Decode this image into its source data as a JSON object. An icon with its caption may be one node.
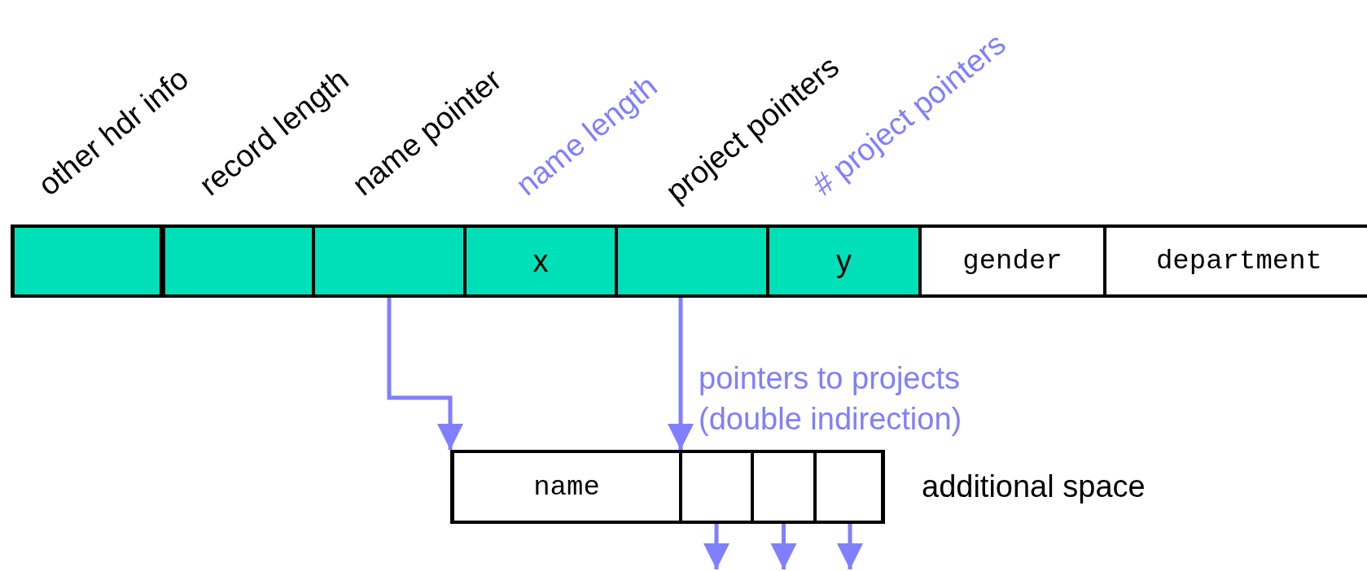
{
  "diagram": {
    "nodes": [
      {
        "text": [],
        "shape": "box"
      },
      {
        "text": [],
        "shape": "box"
      },
      {
        "text": [],
        "shape": "box"
      },
      {
        "text": [
          "x"
        ]
      },
      {
        "text": [],
        "shape": "box"
      },
      {
        "text": [
          "y"
        ]
      },
      {
        "text": [
          "gender"
        ]
      },
      {
        "text": [
          "department"
        ]
      },
      {
        "text": [
          "name"
        ]
      },
      {
        "text": [],
        "shape": "box"
      },
      {
        "text": [],
        "shape": "box"
      },
      {
        "text": [],
        "shape": "box"
      }
    ],
    "edges": [
      {
        "from": 2,
        "to": 8,
        "arrow": "to"
      },
      {
        "from": 4,
        "to": 9,
        "arrow": "to",
        "label": "pointers to projects (double indirection)"
      },
      {
        "from": 9,
        "to": null,
        "arrow": "to"
      },
      {
        "from": 10,
        "to": null,
        "arrow": "to"
      },
      {
        "from": 11,
        "to": null,
        "arrow": "to"
      }
    ],
    "labels": [
      "other hdr info",
      "record length",
      "name pointer",
      "name length",
      "project pointers",
      "# project pointers",
      "additional space"
    ]
  }
}
